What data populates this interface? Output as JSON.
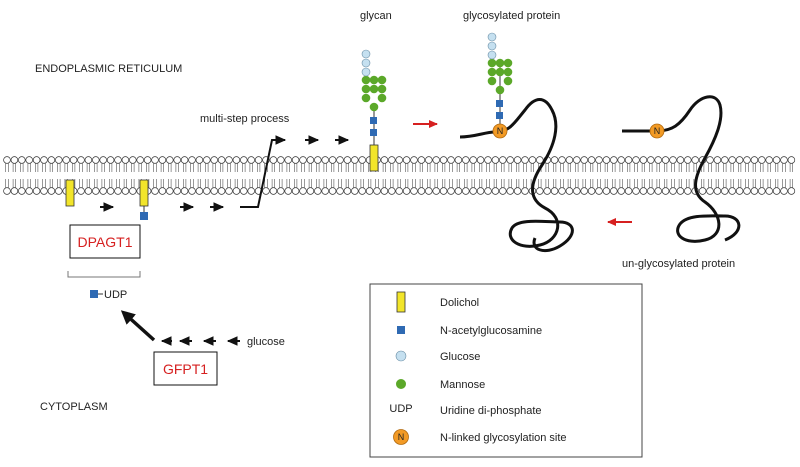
{
  "regions": {
    "er": "ENDOPLASMIC RETICULUM",
    "cytoplasm": "CYTOPLASM"
  },
  "labels": {
    "glycan": "glycan",
    "glycosylated_protein": "glycosylated protein",
    "multi_step": "multi-step process",
    "unglycosylated_protein": "un-glycosylated protein",
    "udp": "UDP",
    "glucose": "glucose"
  },
  "enzymes": {
    "dpagt1": "DPAGT1",
    "gfpt1": "GFPT1"
  },
  "site_symbol": "N",
  "legend": {
    "items": [
      {
        "icon": "dolichol-icon",
        "label": "Dolichol"
      },
      {
        "icon": "glcnac-square-icon",
        "label": "N-acetylglucosamine"
      },
      {
        "icon": "glucose-circle-icon",
        "label": "Glucose"
      },
      {
        "icon": "mannose-circle-icon",
        "label": "Mannose"
      },
      {
        "icon": "udp-text-icon",
        "label": "Uridine di-phosphate",
        "symbol": "UDP"
      },
      {
        "icon": "n-site-icon",
        "label": "N-linked glycosylation site",
        "symbol": "N"
      }
    ]
  },
  "colors": {
    "dolichol": "#f2e52a",
    "glcnac": "#2f6ab3",
    "glucose": "#c5e0f0",
    "mannose": "#5ba829",
    "n_site": "#f29a25",
    "enzyme_text": "#d62020",
    "red_arrow": "#d62020"
  }
}
